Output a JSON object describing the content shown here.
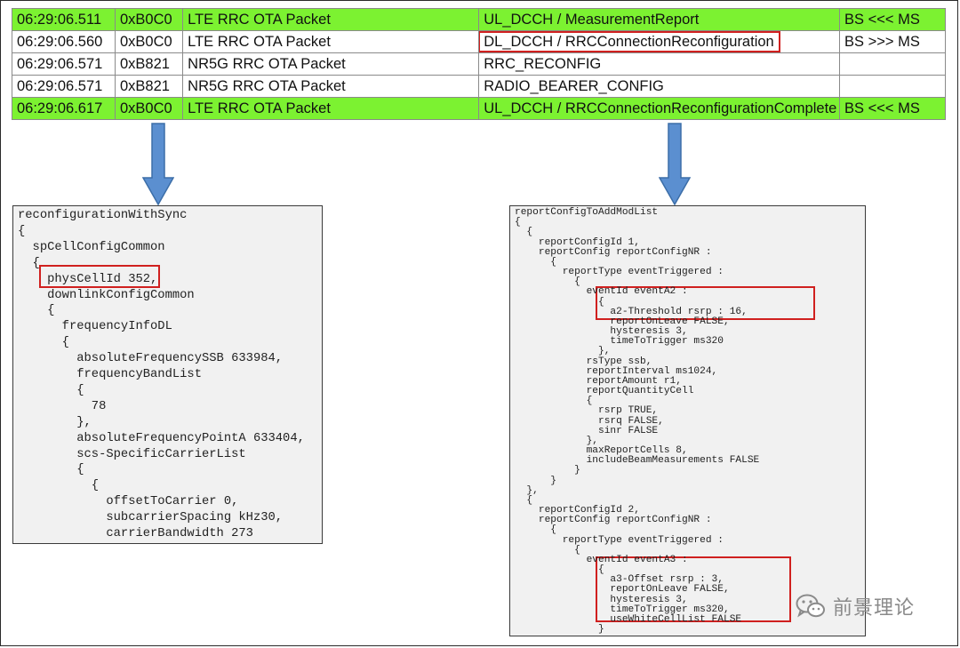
{
  "log_rows": [
    {
      "time": "06:29:06.511",
      "code": "0xB0C0",
      "type": "LTE RRC OTA Packet",
      "message": "UL_DCCH / MeasurementReport",
      "direction": "BS <<< MS",
      "highlight": true
    },
    {
      "time": "06:29:06.560",
      "code": "0xB0C0",
      "type": "LTE RRC OTA Packet",
      "message": "DL_DCCH / RRCConnectionReconfiguration",
      "direction": "BS >>> MS",
      "highlight": false,
      "boxed": true
    },
    {
      "time": "06:29:06.571",
      "code": "0xB821",
      "type": "NR5G RRC OTA Packet",
      "message": "RRC_RECONFIG",
      "direction": "",
      "highlight": false
    },
    {
      "time": "06:29:06.571",
      "code": "0xB821",
      "type": "NR5G RRC OTA Packet",
      "message": "RADIO_BEARER_CONFIG",
      "direction": "",
      "highlight": false
    },
    {
      "time": "06:29:06.617",
      "code": "0xB0C0",
      "type": "LTE RRC OTA Packet",
      "message": "UL_DCCH / RRCConnectionReconfigurationComplete",
      "direction": "BS <<< MS",
      "highlight": true
    }
  ],
  "left_panel": {
    "lines": [
      "reconfigurationWithSync",
      "{",
      "  spCellConfigCommon",
      "  {",
      "    physCellId 352,",
      "    downlinkConfigCommon",
      "    {",
      "      frequencyInfoDL",
      "      {",
      "        absoluteFrequencySSB 633984,",
      "        frequencyBandList",
      "        {",
      "          78",
      "        },",
      "        absoluteFrequencyPointA 633404,",
      "        scs-SpecificCarrierList",
      "        {",
      "          {",
      "            offsetToCarrier 0,",
      "            subcarrierSpacing kHz30,",
      "            carrierBandwidth 273"
    ]
  },
  "right_panel": {
    "lines": [
      "reportConfigToAddModList",
      "{",
      "  {",
      "    reportConfigId 1,",
      "    reportConfig reportConfigNR :",
      "      {",
      "        reportType eventTriggered :",
      "          {",
      "            eventId eventA2 :",
      "              {",
      "                a2-Threshold rsrp : 16,",
      "                reportOnLeave FALSE,",
      "                hysteresis 3,",
      "                timeToTrigger ms320",
      "              },",
      "            rsType ssb,",
      "            reportInterval ms1024,",
      "            reportAmount r1,",
      "            reportQuantityCell",
      "            {",
      "              rsrp TRUE,",
      "              rsrq FALSE,",
      "              sinr FALSE",
      "            },",
      "            maxReportCells 8,",
      "            includeBeamMeasurements FALSE",
      "          }",
      "      }",
      "  },",
      "  {",
      "    reportConfigId 2,",
      "    reportConfig reportConfigNR :",
      "      {",
      "        reportType eventTriggered :",
      "          {",
      "            eventId eventA3 :",
      "              {",
      "                a3-Offset rsrp : 3,",
      "                reportOnLeave FALSE,",
      "                hysteresis 3,",
      "                timeToTrigger ms320,",
      "                useWhiteCellList FALSE",
      "              }"
    ]
  },
  "watermark": {
    "text": "前景理论",
    "icon": "wechat-icon"
  },
  "colors": {
    "highlight": "#7cf231",
    "arrow": "#5b8fd0",
    "arrow_border": "#3c6ea8",
    "box": "#d0201f",
    "panel_bg": "#f1f1f1"
  }
}
